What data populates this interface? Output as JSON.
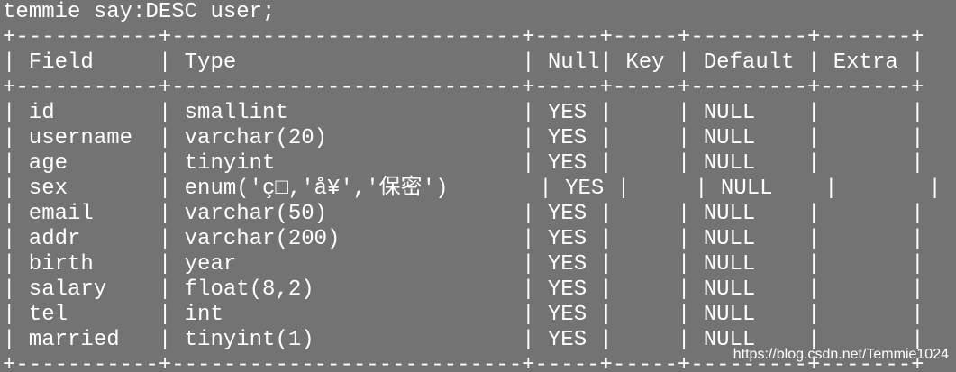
{
  "prompt": "temmie say:DESC user;",
  "border": "+-----------+---------------------------+-----+-----+---------+-------+",
  "headers": {
    "field": "Field",
    "type": "Type",
    "null": "Null",
    "key": "Key",
    "default": "Default",
    "extra": "Extra"
  },
  "rows": [
    {
      "line": "| id        | smallint                  | YES |     | NULL    |       |"
    },
    {
      "line": "| username  | varchar(20)               | YES |     | NULL    |       |"
    },
    {
      "line": "| age       | tinyint                   | YES |     | NULL    |       |"
    },
    {
      "line": "| sex       | enum('ç□,'å¥','保密')       | YES |     | NULL    |       |"
    },
    {
      "line": "| email     | varchar(50)               | YES |     | NULL    |       |"
    },
    {
      "line": "| addr      | varchar(200)              | YES |     | NULL    |       |"
    },
    {
      "line": "| birth     | year                      | YES |     | NULL    |       |"
    },
    {
      "line": "| salary    | float(8,2)                | YES |     | NULL    |       |"
    },
    {
      "line": "| tel       | int                       | YES |     | NULL    |       |"
    },
    {
      "line": "| married   | tinyint(1)                | YES |     | NULL    |       |"
    }
  ],
  "header_line": "| Field     | Type                      | Null| Key | Default | Extra |",
  "watermark": "https://blog.csdn.net/Temmie1024"
}
